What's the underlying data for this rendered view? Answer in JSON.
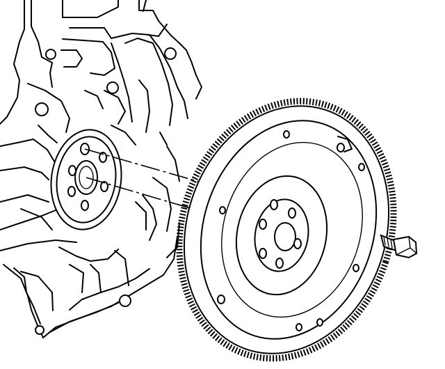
{
  "diagram": {
    "components": [
      {
        "id": "engine-block",
        "icon": "engine-block-icon"
      },
      {
        "id": "crankshaft-flange",
        "icon": "crankshaft-flange-icon"
      },
      {
        "id": "flywheel",
        "icon": "flywheel-icon"
      },
      {
        "id": "flywheel-bolt",
        "icon": "bolt-icon"
      }
    ],
    "line_color": "#000000",
    "background_color": "#ffffff"
  }
}
